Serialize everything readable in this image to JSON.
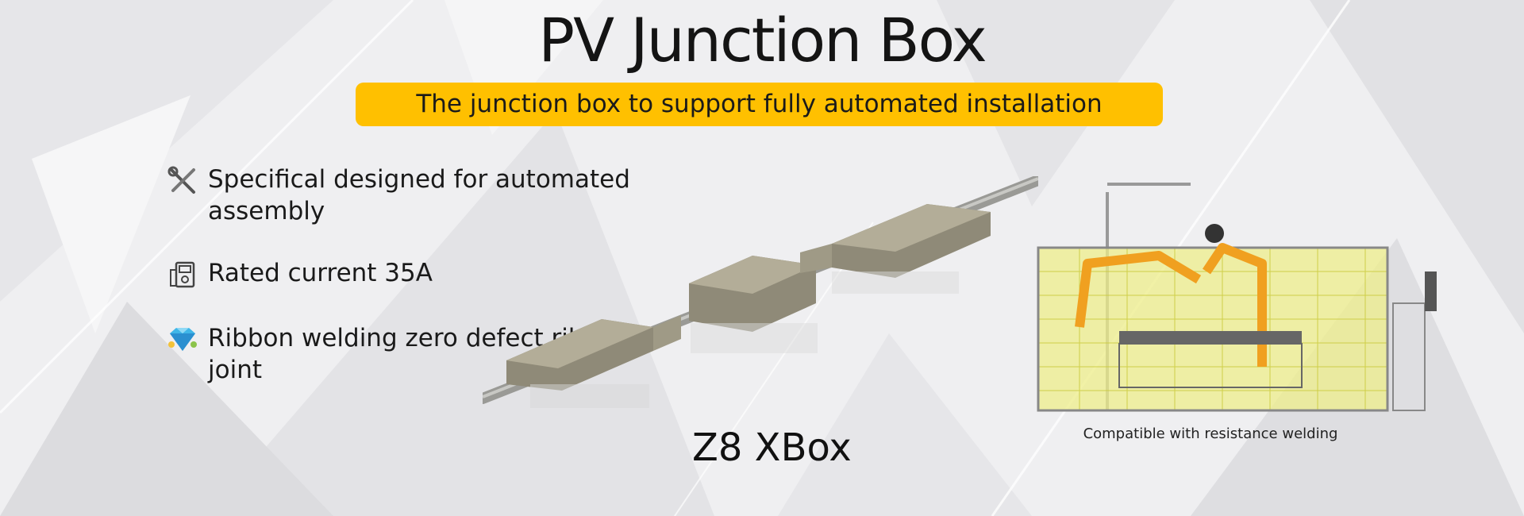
{
  "title": "PV Junction Box",
  "subtitle": "The junction box to support fully automated installation",
  "features": [
    {
      "icon": "tools-icon",
      "text": "Specifical designed for automated assembly"
    },
    {
      "icon": "meter-icon",
      "text": "Rated current 35A"
    },
    {
      "icon": "gem-icon",
      "text": "Ribbon welding zero defect ribbon joint"
    }
  ],
  "product": {
    "label": "Z8 XBox"
  },
  "machine": {
    "caption": "Compatible with resistance welding"
  },
  "colors": {
    "banner": "#ffc000",
    "text": "#141414",
    "box_body": "#a49f8c",
    "fence": "#e8e85a",
    "robot": "#f0a020"
  }
}
